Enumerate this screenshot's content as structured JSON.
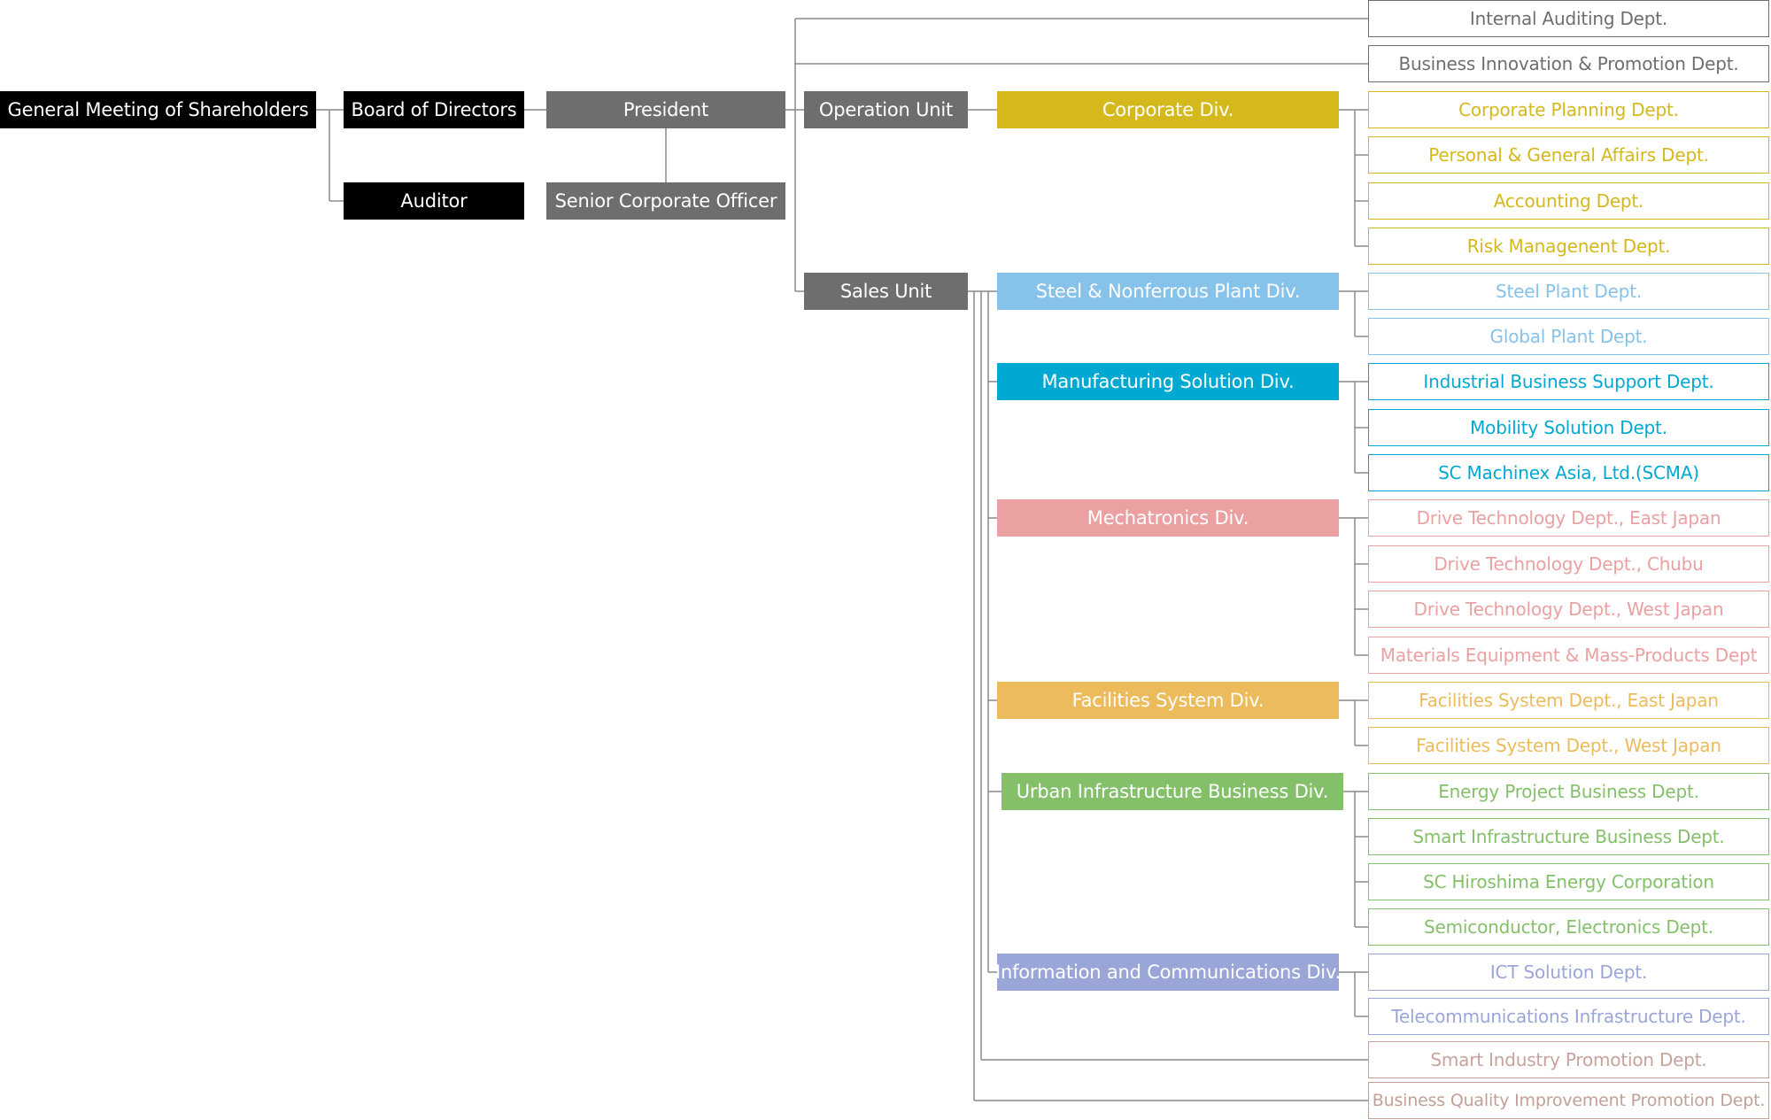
{
  "colors": {
    "black": "#000000",
    "exec_gray": "#6e6e6e",
    "line": "#8a8a8a",
    "corporate": "#d4b81c",
    "steel": "#86c2ea",
    "manufacturing": "#00a9d1",
    "mechatronics": "#eba0a2",
    "facilities": "#ebbb5c",
    "urban": "#84bf6a",
    "ict": "#9ba6d8",
    "smart_industry": "#c8a29c",
    "business_quality": "#c3a096",
    "gray_dept": "#6e6e6e"
  },
  "governance": {
    "shareholders": "General Meeting of Shareholders",
    "board": "Board of Directors",
    "auditor": "Auditor",
    "president": "President",
    "senior_officer": "Senior Corporate Officer"
  },
  "direct_depts": {
    "internal_auditing": "Internal Auditing Dept.",
    "business_innovation": "Business Innovation & Promotion Dept."
  },
  "units": {
    "operation": "Operation Unit",
    "sales": "Sales Unit"
  },
  "divisions": {
    "corporate": {
      "name": "Corporate Div.",
      "depts": [
        "Corporate Planning Dept.",
        "Personal & General Affairs Dept.",
        "Accounting Dept.",
        "Risk Managenent Dept."
      ]
    },
    "steel": {
      "name": "Steel & Nonferrous Plant Div.",
      "depts": [
        "Steel Plant Dept.",
        "Global Plant Dept."
      ]
    },
    "manufacturing": {
      "name": "Manufacturing Solution Div.",
      "depts": [
        "Industrial Business Support Dept.",
        "Mobility Solution Dept.",
        "SC Machinex Asia, Ltd.(SCMA)"
      ]
    },
    "mechatronics": {
      "name": "Mechatronics Div.",
      "depts": [
        "Drive Technology Dept., East Japan",
        "Drive Technology Dept., Chubu",
        "Drive Technology Dept., West Japan",
        "Materials Equipment & Mass-Products Dept"
      ]
    },
    "facilities": {
      "name": "Facilities System Div.",
      "depts": [
        "Facilities System Dept., East Japan",
        "Facilities System Dept., West Japan"
      ]
    },
    "urban": {
      "name": "Urban Infrastructure Business Div.",
      "depts": [
        "Energy Project Business Dept.",
        "Smart Infrastructure Business Dept.",
        "SC Hiroshima Energy Corporation",
        "Semiconductor, Electronics Dept."
      ]
    },
    "ict": {
      "name": "Information and Communications Div.",
      "depts": [
        "ICT Solution Dept.",
        "Telecommunications Infrastructure Dept."
      ]
    }
  },
  "sales_depts": {
    "smart_industry": "Smart Industry Promotion Dept.",
    "business_quality": "Business Quality Improvement Promotion Dept."
  }
}
